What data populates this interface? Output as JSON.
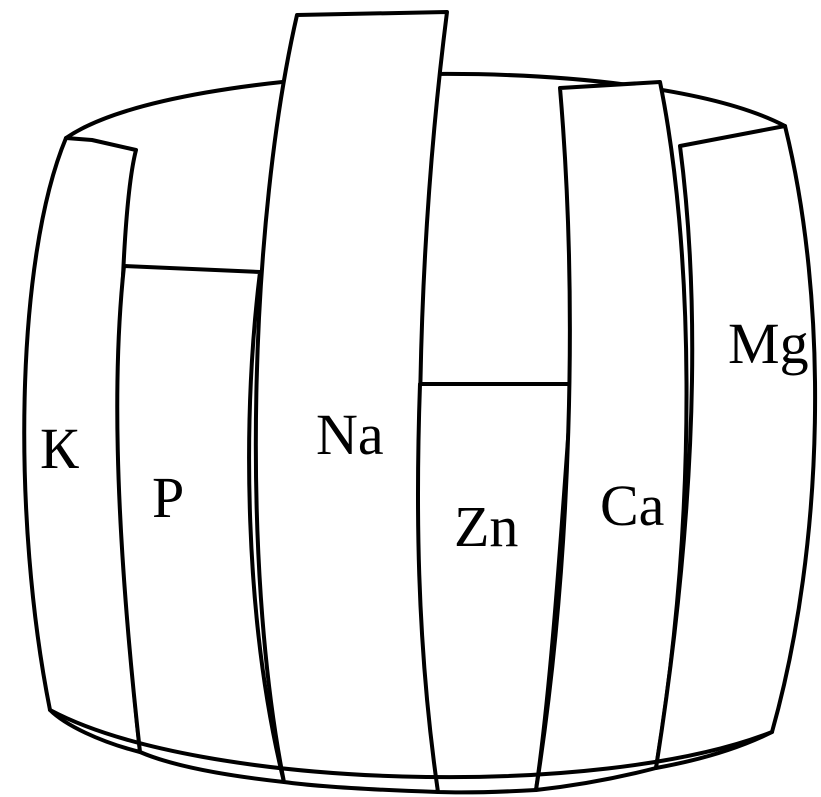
{
  "staves": [
    {
      "id": "k",
      "label": "К",
      "relative_height": "high"
    },
    {
      "id": "p",
      "label": "P",
      "relative_height": "low"
    },
    {
      "id": "na",
      "label": "Na",
      "relative_height": "highest"
    },
    {
      "id": "zn",
      "label": "Zn",
      "relative_height": "lowest"
    },
    {
      "id": "ca",
      "label": "Ca",
      "relative_height": "high"
    },
    {
      "id": "mg",
      "label": "Mg",
      "relative_height": "high"
    }
  ]
}
